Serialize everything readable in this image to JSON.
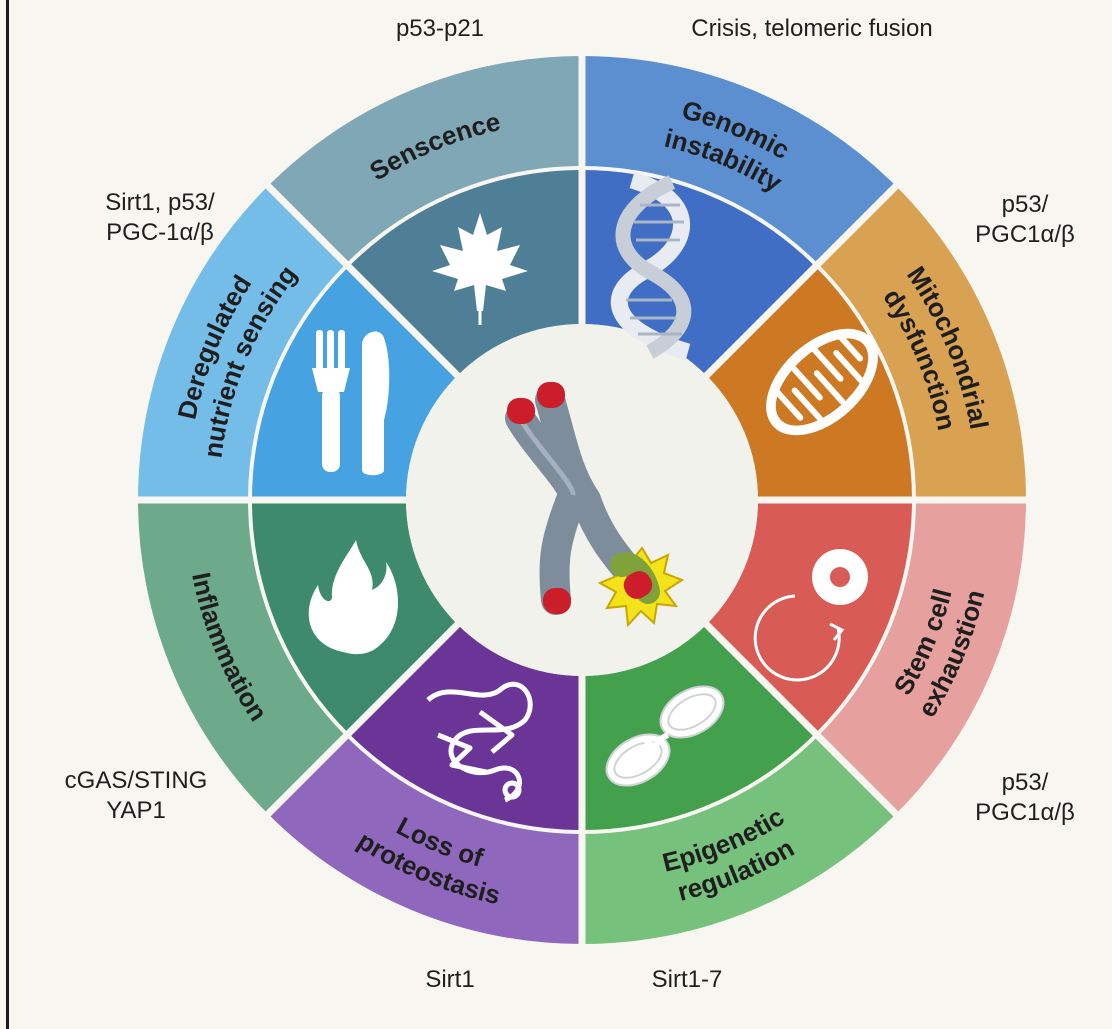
{
  "segments": [
    {
      "key": "senescence",
      "label_lines": [
        "Senscence"
      ],
      "outer_color": "#7fa7b6",
      "inner_color": "#4f7f96",
      "icon": "maple-leaf-icon",
      "annotation_lines": [
        "p53-p21"
      ]
    },
    {
      "key": "genomic",
      "label_lines": [
        "Genomic",
        "instability"
      ],
      "outer_color": "#5b8fd0",
      "inner_color": "#3f6ec4",
      "icon": "dna-icon",
      "annotation_lines": [
        "Crisis, telomeric fusion"
      ]
    },
    {
      "key": "mitochondrial",
      "label_lines": [
        "Mitochondrial",
        "dysfunction"
      ],
      "outer_color": "#d9a253",
      "inner_color": "#cd7822",
      "icon": "mitochondrion-icon",
      "annotation_lines": [
        "p53/",
        "PGC1α/β"
      ]
    },
    {
      "key": "stemcell",
      "label_lines": [
        "Stem cell",
        "exhaustion"
      ],
      "outer_color": "#e6a19e",
      "inner_color": "#d95b55",
      "icon": "stem-cell-icon",
      "annotation_lines": [
        "p53/",
        "PGC1α/β"
      ]
    },
    {
      "key": "epigenetic",
      "label_lines": [
        "Epigenetic",
        "regulation"
      ],
      "outer_color": "#76c17c",
      "inner_color": "#43a14d",
      "icon": "nucleosome-icon",
      "annotation_lines": [
        "Sirt1-7"
      ]
    },
    {
      "key": "proteostasis",
      "label_lines": [
        "Loss of",
        "proteostasis"
      ],
      "outer_color": "#8f68bd",
      "inner_color": "#6a3597",
      "icon": "protein-icon",
      "annotation_lines": [
        "Sirt1"
      ]
    },
    {
      "key": "inflammation",
      "label_lines": [
        "Inflammation"
      ],
      "outer_color": "#6daa8c",
      "inner_color": "#3d8a6c",
      "icon": "flame-icon",
      "annotation_lines": [
        "cGAS/STING",
        "YAP1"
      ]
    },
    {
      "key": "nutrient",
      "label_lines": [
        "Deregulated",
        "nutrient sensing"
      ],
      "outer_color": "#74bde9",
      "inner_color": "#47a2e2",
      "icon": "fork-knife-icon",
      "annotation_lines": [
        "Sirt1, p53/",
        "PGC-1α/β"
      ]
    }
  ],
  "center": {
    "icon": "chromosome-icon"
  },
  "colors": {
    "background": "#f7f6f1",
    "center": "#f2f2ec",
    "telomere": "#cc1e2a",
    "chromatid": "#7e8d9c",
    "burst": "#f4e21a"
  }
}
